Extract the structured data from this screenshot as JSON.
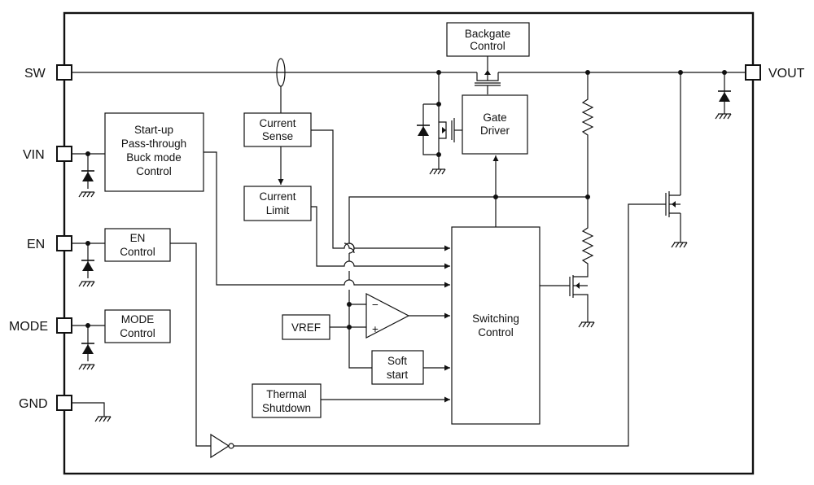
{
  "pins": {
    "sw": "SW",
    "vin": "VIN",
    "en": "EN",
    "mode": "MODE",
    "gnd": "GND",
    "vout": "VOUT"
  },
  "blocks": {
    "backgate": [
      "Backgate",
      "Control"
    ],
    "gate_driver": [
      "Gate",
      "Driver"
    ],
    "current_sense": [
      "Current",
      "Sense"
    ],
    "current_limit": [
      "Current",
      "Limit"
    ],
    "startup": [
      "Start-up",
      "Pass-through",
      "Buck mode",
      "Control"
    ],
    "en_control": [
      "EN",
      "Control"
    ],
    "mode_control": [
      "MODE",
      "Control"
    ],
    "vref": "VREF",
    "soft_start": [
      "Soft",
      "start"
    ],
    "thermal": [
      "Thermal",
      "Shutdown"
    ],
    "switching": [
      "Switching",
      "Control"
    ]
  },
  "comparator": {
    "minus": "−",
    "plus": "+"
  }
}
